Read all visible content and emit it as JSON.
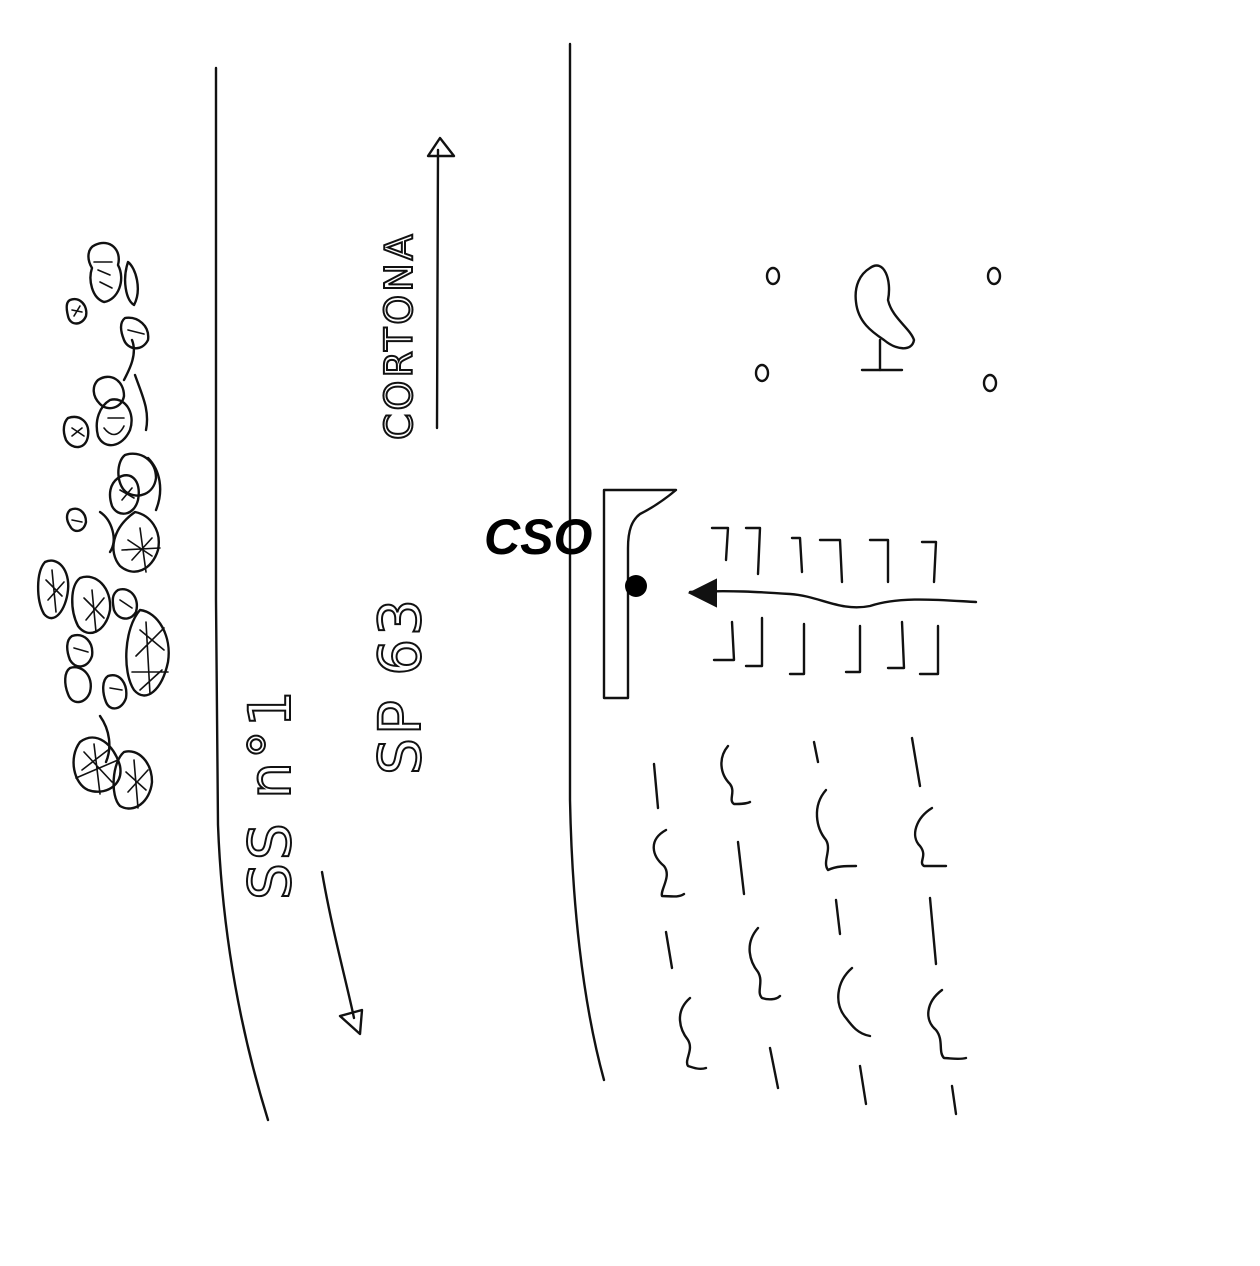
{
  "labels": {
    "road_main": "SS n°1",
    "road_secondary": "SP 63",
    "direction": "CORTONA",
    "marker": "CSO"
  },
  "colors": {
    "ink": "#111111",
    "background": "#ffffff",
    "marker": "#000000"
  },
  "icons": {
    "rocks": "rock-cluster",
    "tree": "tree-symbol",
    "vegetation": "grass-tufts",
    "parking": "parking-stalls",
    "marker": "location-dot-icon",
    "arrow_north": "arrow-up-icon",
    "arrow_south": "arrow-down-icon",
    "arrow_path": "arrow-left-icon"
  }
}
